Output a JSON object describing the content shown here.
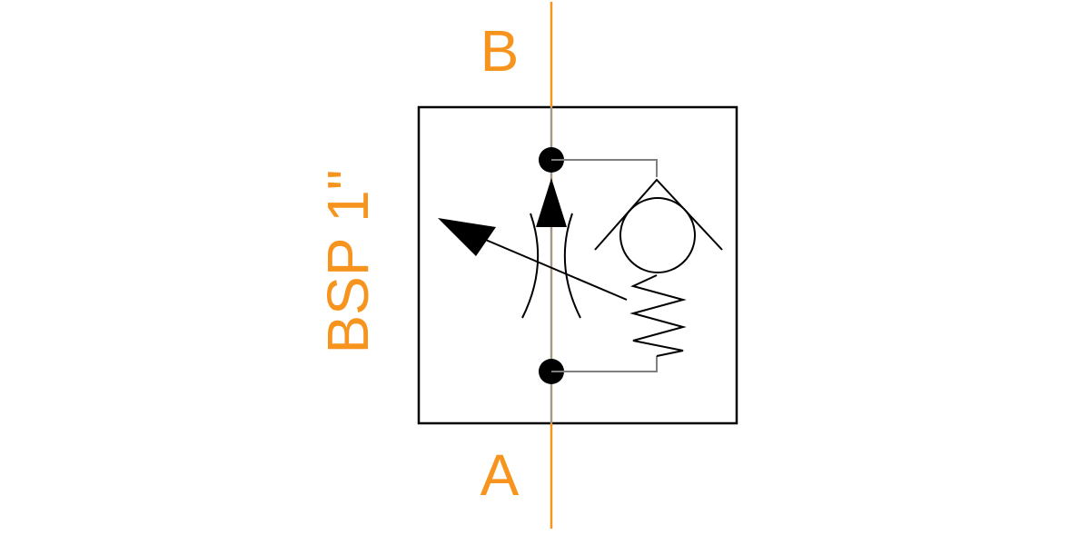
{
  "diagram": {
    "port_top": "B",
    "port_bottom": "A",
    "connection_size": "BSP 1\"",
    "colors": {
      "label": "#f7941d",
      "line": "#000000",
      "pilot_line": "#7f7f7f",
      "background": "#ffffff"
    },
    "icons": {
      "restrictor": "adjustable-throttle-icon",
      "check": "check-valve-icon",
      "spring": "spring-icon"
    }
  }
}
